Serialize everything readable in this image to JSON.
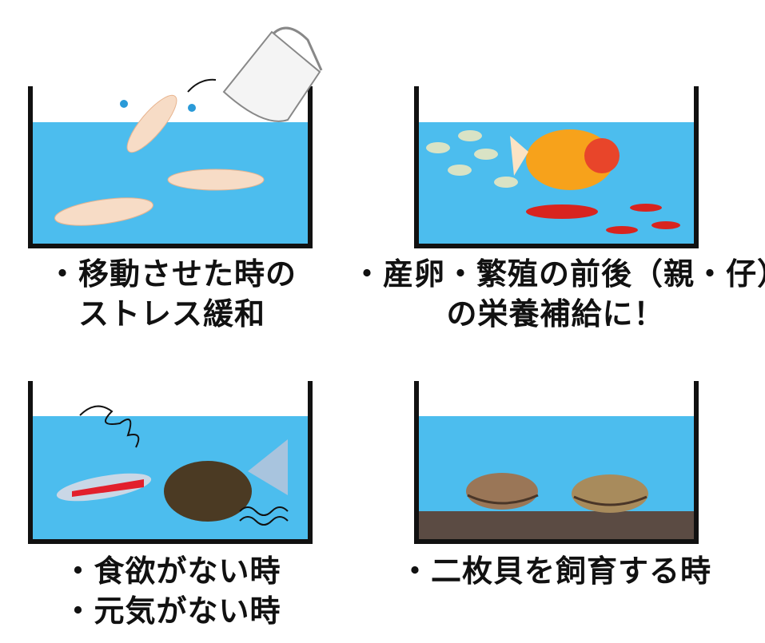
{
  "colors": {
    "water": "#4cbdee",
    "wall": "#111111",
    "sand": "#5b4b43"
  },
  "panels": [
    {
      "lines": [
        "・移動させた時の",
        "ストレス緩和"
      ]
    },
    {
      "lines": [
        "・産卵・繁殖の前後（親・仔）",
        "の栄養補給に！"
      ]
    },
    {
      "lines": [
        "・食欲がない時",
        "・元気がない時"
      ]
    },
    {
      "lines": [
        "・二枚貝を飼育する時"
      ]
    }
  ]
}
